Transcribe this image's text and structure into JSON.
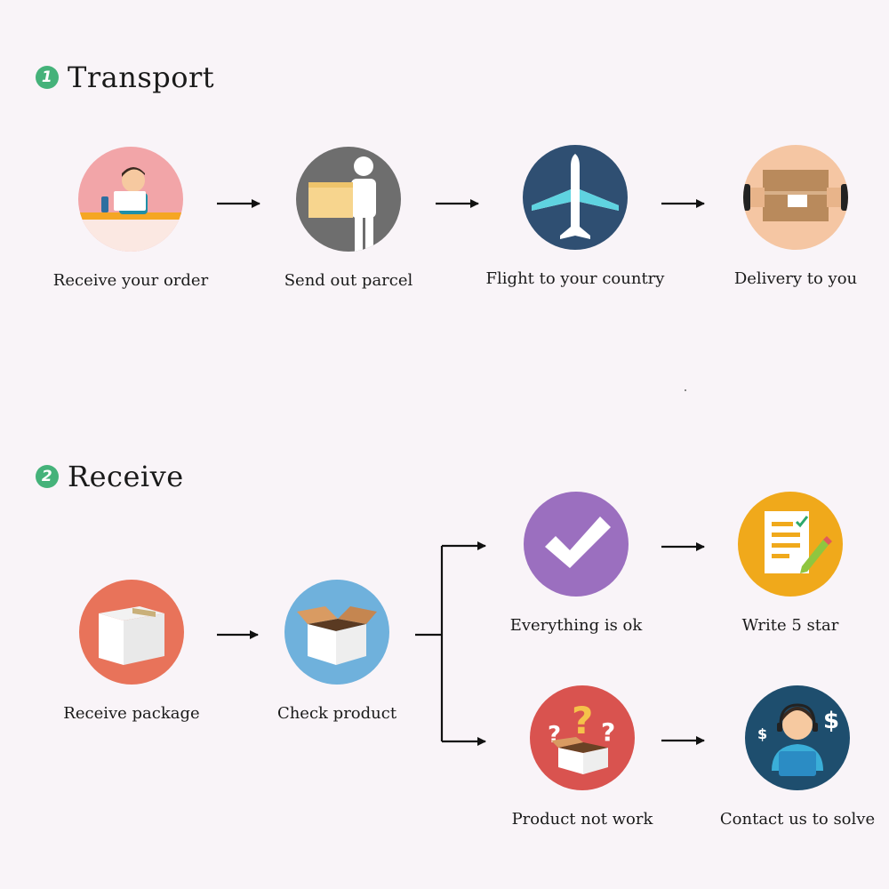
{
  "sections": [
    {
      "number": "1",
      "title": "Transport",
      "steps": [
        {
          "label": "Receive your order",
          "icon": "office-worker-icon",
          "color": "#f2a5a8"
        },
        {
          "label": "Send out parcel",
          "icon": "delivery-man-icon",
          "color": "#6e6e6e"
        },
        {
          "label": "Flight to your country",
          "icon": "airplane-icon",
          "color": "#2f4f72"
        },
        {
          "label": "Delivery to you",
          "icon": "parcel-handover-icon",
          "color": "#f5c6a3"
        }
      ]
    },
    {
      "number": "2",
      "title": "Receive",
      "steps": [
        {
          "label": "Receive package",
          "icon": "package-box-icon",
          "color": "#e8735a"
        },
        {
          "label": "Check product",
          "icon": "open-box-icon",
          "color": "#6fb1dc"
        },
        {
          "label": "Everything is ok",
          "icon": "checkmark-icon",
          "color": "#9b6fbf"
        },
        {
          "label": "Write 5 star",
          "icon": "review-document-icon",
          "color": "#f0a91b"
        },
        {
          "label": "Product not work",
          "icon": "question-box-icon",
          "color": "#d9534f"
        },
        {
          "label": "Contact us to solve",
          "icon": "customer-support-icon",
          "color": "#1e4e6e"
        }
      ]
    }
  ]
}
